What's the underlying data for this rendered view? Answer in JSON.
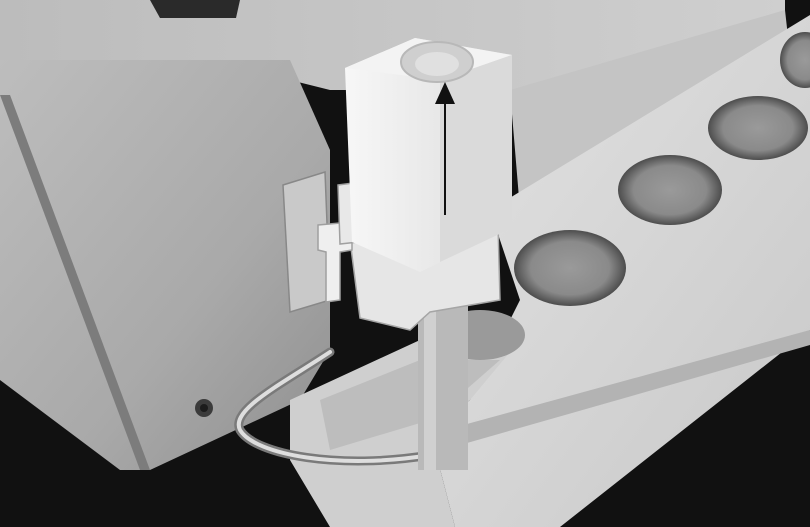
{
  "image": {
    "style": "grayscale-photo",
    "palette": {
      "background_dark": "#101010",
      "panel_light": "#b8b8b8",
      "panel_mid": "#a3a3a3",
      "plastic_white": "#ececec",
      "hole_shadow": "#6f6f6f",
      "arrow": "#111111"
    },
    "annotations": [
      {
        "type": "arrow",
        "direction": "up",
        "color": "#111111"
      }
    ]
  }
}
